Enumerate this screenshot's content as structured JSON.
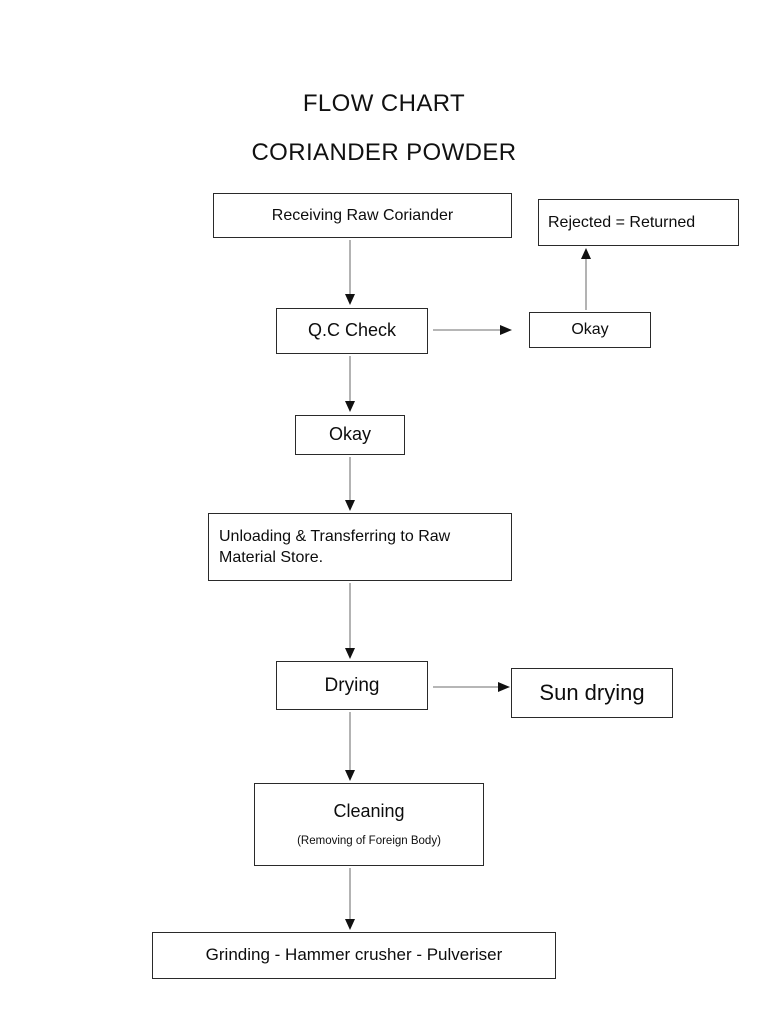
{
  "document": {
    "title_line1": "FLOW CHART",
    "title_line2": "CORIANDER POWDER"
  },
  "chart_data": {
    "type": "flowchart",
    "orientation": "top-to-bottom",
    "nodes": [
      {
        "id": "receiving",
        "label": "Receiving Raw Coriander",
        "shape": "rectangle"
      },
      {
        "id": "rejected",
        "label": "Rejected = Returned",
        "shape": "rectangle"
      },
      {
        "id": "qc_check",
        "label": "Q.C Check",
        "shape": "rectangle"
      },
      {
        "id": "okay_right",
        "label": "Okay",
        "shape": "rectangle"
      },
      {
        "id": "okay_left",
        "label": "Okay",
        "shape": "rectangle"
      },
      {
        "id": "unloading",
        "label": "Unloading & Transferring to Raw Material Store.",
        "shape": "rectangle"
      },
      {
        "id": "drying",
        "label": "Drying",
        "shape": "rectangle"
      },
      {
        "id": "sun_drying",
        "label": "Sun drying",
        "shape": "rectangle"
      },
      {
        "id": "cleaning",
        "label": "Cleaning",
        "sublabel": "(Removing of Foreign Body)",
        "shape": "rectangle"
      },
      {
        "id": "grinding",
        "label": "Grinding - Hammer crusher - Pulveriser",
        "shape": "rectangle"
      }
    ],
    "edges": [
      {
        "from": "receiving",
        "to": "qc_check",
        "direction": "down"
      },
      {
        "from": "qc_check",
        "to": "okay_right",
        "direction": "right"
      },
      {
        "from": "okay_right",
        "to": "rejected",
        "direction": "up"
      },
      {
        "from": "qc_check",
        "to": "okay_left",
        "direction": "down"
      },
      {
        "from": "okay_left",
        "to": "unloading",
        "direction": "down"
      },
      {
        "from": "unloading",
        "to": "drying",
        "direction": "down"
      },
      {
        "from": "drying",
        "to": "sun_drying",
        "direction": "right"
      },
      {
        "from": "drying",
        "to": "cleaning",
        "direction": "down"
      },
      {
        "from": "cleaning",
        "to": "grinding",
        "direction": "down"
      }
    ],
    "colors": {
      "background": "#ffffff",
      "box_border": "#2a2a2a",
      "text": "#0d0d0d",
      "connector": "#8a8a8a",
      "arrowhead": "#111111"
    }
  }
}
